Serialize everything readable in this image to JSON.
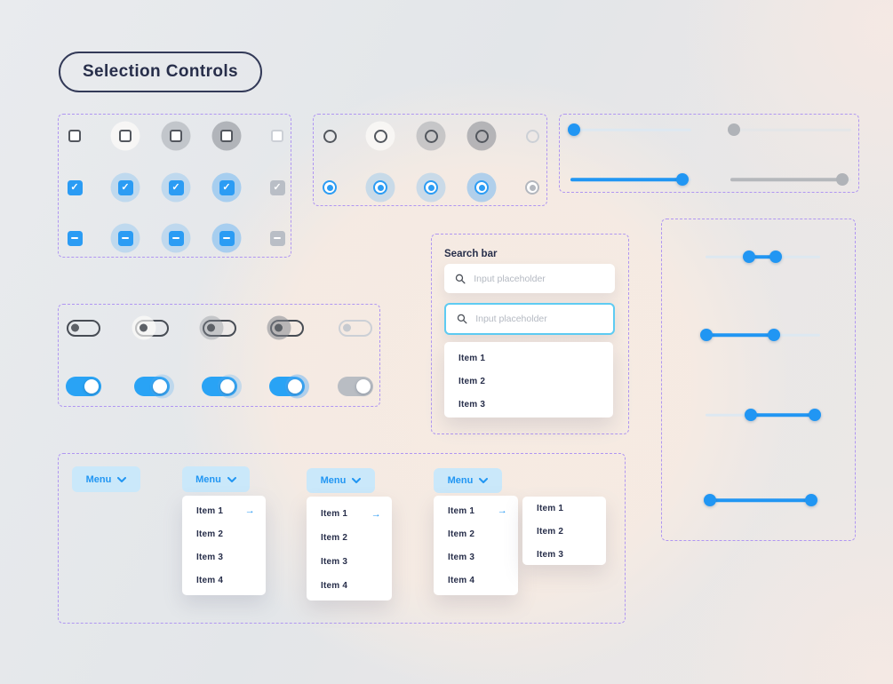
{
  "title": "Selection Controls",
  "colors": {
    "accent_blue": "#2196f3",
    "focus_border": "#5ecbf2",
    "dashed_border": "#b096f2",
    "menu_button_bg": "#cae8fa",
    "dark_text": "#272e4a",
    "disabled_gray": "#b9bec6"
  },
  "checkbox_grid": {
    "rows": [
      "unchecked",
      "checked",
      "indeterminate"
    ],
    "states": [
      "default",
      "hover",
      "pressed",
      "focused",
      "disabled"
    ]
  },
  "radio_grid": {
    "rows": [
      "unselected",
      "selected"
    ],
    "states": [
      "default",
      "hover",
      "pressed",
      "focused",
      "disabled"
    ]
  },
  "toggle_grid": {
    "rows": [
      "off",
      "on"
    ],
    "states": [
      "default",
      "hover",
      "pressed",
      "focused",
      "disabled"
    ]
  },
  "sliders_top": [
    {
      "value": 3,
      "state": "default"
    },
    {
      "value": 3,
      "state": "disabled"
    },
    {
      "value": 93,
      "state": "default"
    },
    {
      "value": 93,
      "state": "disabled"
    }
  ],
  "range_sliders": [
    {
      "from": 37,
      "to": 61
    },
    {
      "from": 0,
      "to": 60
    },
    {
      "from": 39,
      "to": 95
    },
    {
      "from": 3,
      "to": 92
    }
  ],
  "search": {
    "label": "Search bar",
    "default_input": {
      "placeholder": "Input placeholder"
    },
    "focused_input": {
      "placeholder": "Input placeholder"
    },
    "results": [
      "Item 1",
      "Item 2",
      "Item 3"
    ]
  },
  "menus": {
    "button_label": "Menu",
    "dropdown_items": [
      "Item 1",
      "Item 2",
      "Item 3",
      "Item 4"
    ],
    "submenu_items": [
      "Item 1",
      "Item 2",
      "Item 3"
    ],
    "arrow_glyph": "→"
  }
}
